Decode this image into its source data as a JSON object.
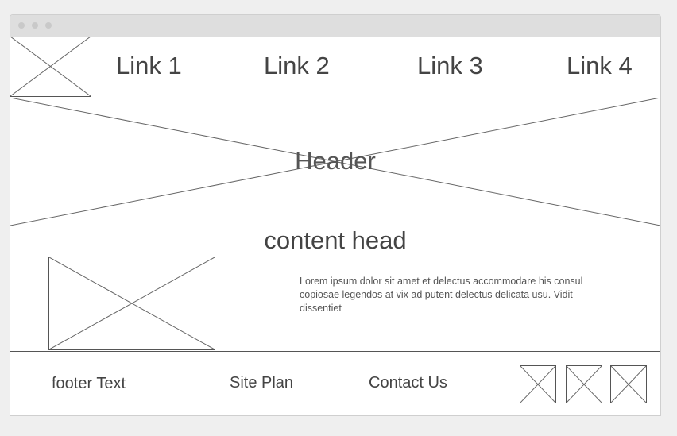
{
  "nav": {
    "links": [
      "Link 1",
      "Link 2",
      "Link 3",
      "Link 4"
    ]
  },
  "header": {
    "title": "Header"
  },
  "content": {
    "heading": "content head",
    "body": "Lorem ipsum dolor sit amet et delectus accommodare his consul copiosae legendos at vix ad putent delectus delicata usu. Vidit dissentiet"
  },
  "footer": {
    "text": "footer Text",
    "site_plan": "Site Plan",
    "contact": "Contact Us"
  },
  "colors": {
    "background": "#efefef",
    "titlebar": "#dedede",
    "line": "#555555"
  },
  "icons": [
    "image-placeholder-icon"
  ]
}
